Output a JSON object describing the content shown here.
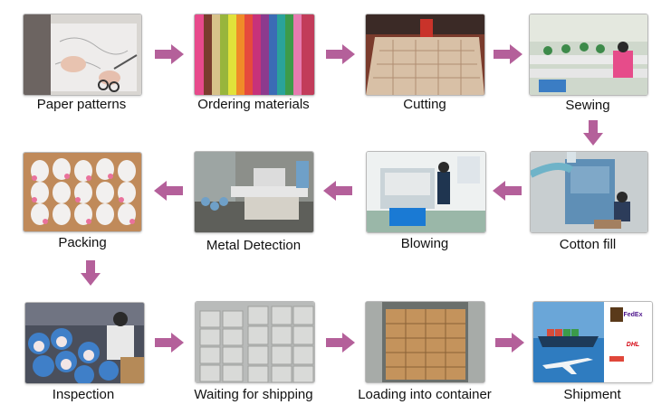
{
  "steps": [
    {
      "label": "Paper patterns"
    },
    {
      "label": "Ordering materials"
    },
    {
      "label": "Cutting"
    },
    {
      "label": "Sewing"
    },
    {
      "label": "Cotton fill"
    },
    {
      "label": "Blowing"
    },
    {
      "label": "Metal Detection"
    },
    {
      "label": "Packing"
    },
    {
      "label": "Inspection"
    },
    {
      "label": "Waiting for shipping"
    },
    {
      "label": "Loading into container"
    },
    {
      "label": "Shipment"
    }
  ],
  "shipment_logos": [
    "FedEx",
    "DHL"
  ],
  "colors": {
    "arrow": "#b4609a",
    "label": "#111111",
    "frame": "#b9b9b9"
  }
}
